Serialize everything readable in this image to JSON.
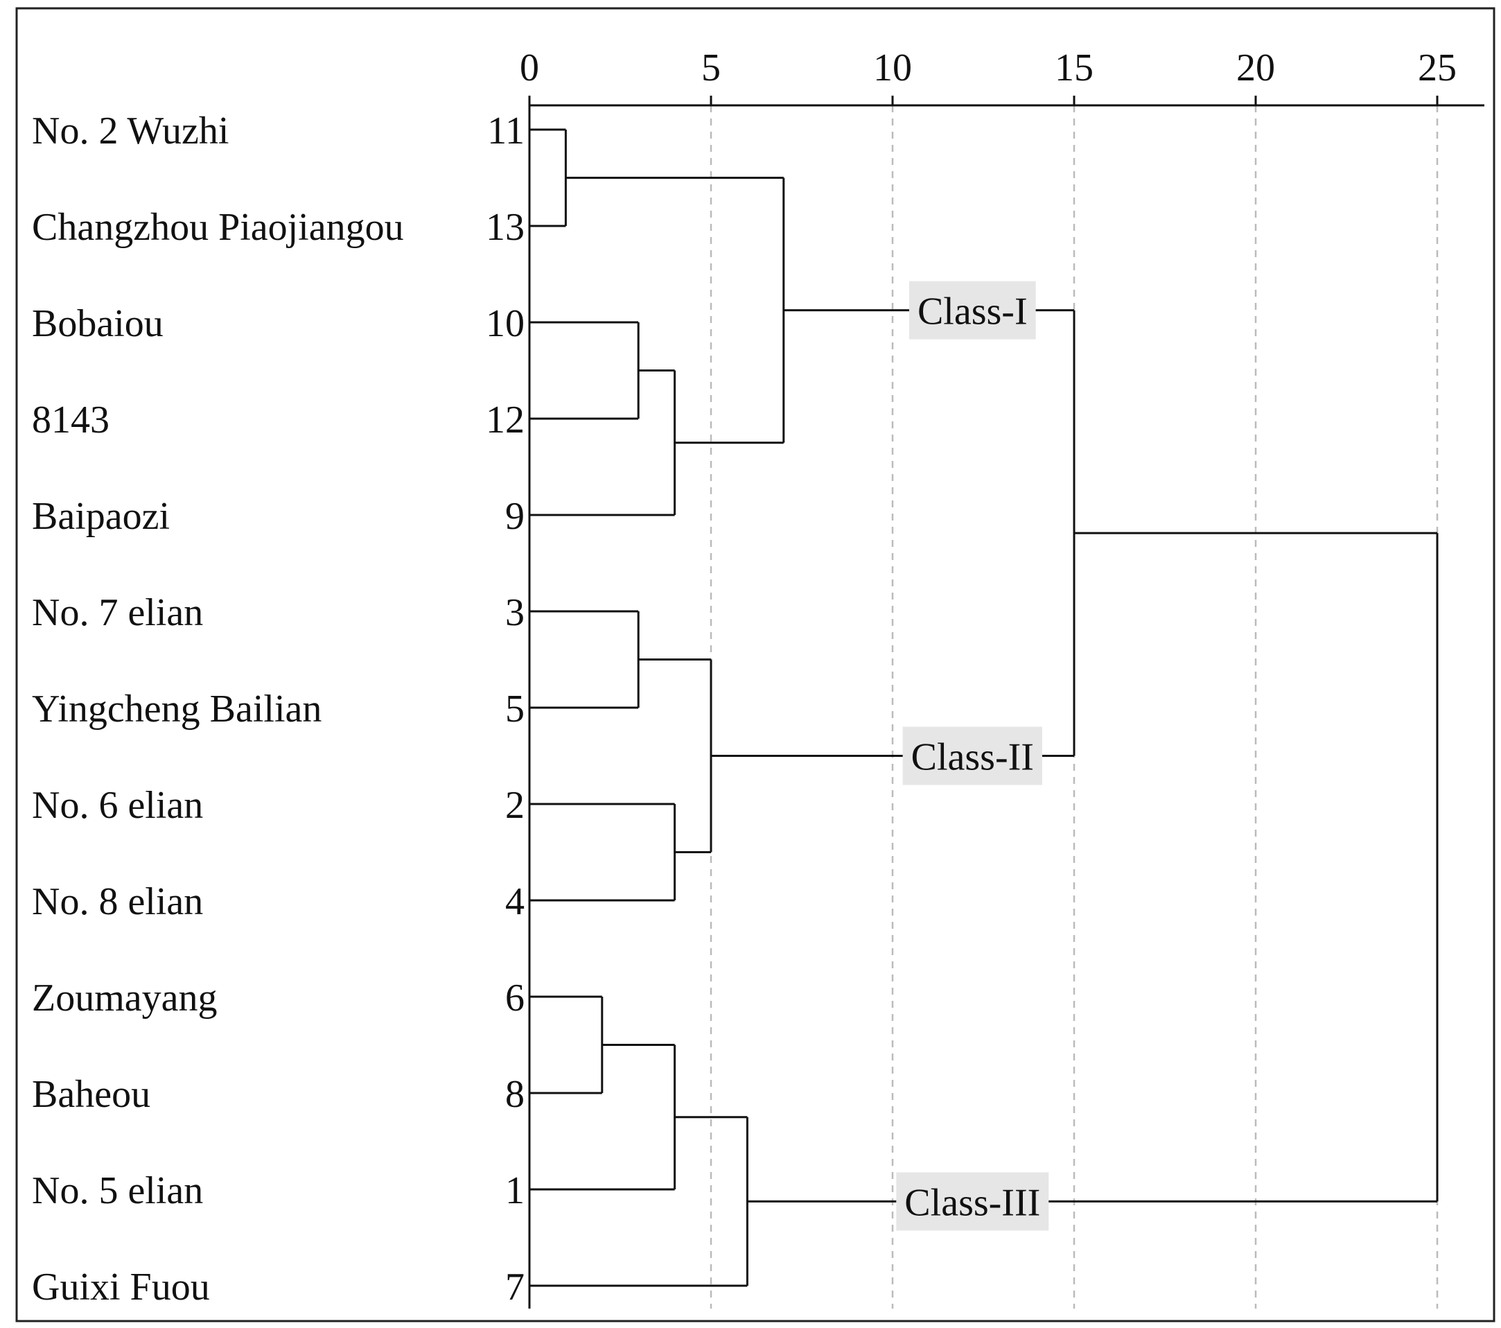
{
  "chart_data": {
    "type": "dendrogram",
    "x_ticks": [
      0,
      5,
      10,
      15,
      20,
      25
    ],
    "x_range": [
      0,
      26.3
    ],
    "grid": "vertical dashed lines at each tick",
    "leaves": [
      {
        "name": "No. 2 Wuzhi",
        "id": "11"
      },
      {
        "name": "Changzhou Piaojiangou",
        "id": "13"
      },
      {
        "name": "Bobaiou",
        "id": "10"
      },
      {
        "name": "8143",
        "id": "12"
      },
      {
        "name": "Baipaozi",
        "id": "9"
      },
      {
        "name": "No. 7 elian",
        "id": "3"
      },
      {
        "name": "Yingcheng Bailian",
        "id": "5"
      },
      {
        "name": "No. 6 elian",
        "id": "2"
      },
      {
        "name": "No. 8 elian",
        "id": "4"
      },
      {
        "name": "Zoumayang",
        "id": "6"
      },
      {
        "name": "Baheou",
        "id": "8"
      },
      {
        "name": "No. 5 elian",
        "id": "1"
      },
      {
        "name": "Guixi Fuou",
        "id": "7"
      }
    ],
    "merges": [
      {
        "id": "a",
        "left": "L0",
        "right": "L1",
        "height": 1
      },
      {
        "id": "b",
        "left": "L2",
        "right": "L3",
        "height": 3
      },
      {
        "id": "c",
        "left": "b",
        "right": "L4",
        "height": 4
      },
      {
        "id": "d",
        "left": "a",
        "right": "c",
        "height": 7
      },
      {
        "id": "e",
        "left": "L5",
        "right": "L6",
        "height": 3
      },
      {
        "id": "f",
        "left": "L7",
        "right": "L8",
        "height": 4
      },
      {
        "id": "g",
        "left": "e",
        "right": "f",
        "height": 5
      },
      {
        "id": "h",
        "left": "L9",
        "right": "L10",
        "height": 2
      },
      {
        "id": "i",
        "left": "h",
        "right": "L11",
        "height": 4
      },
      {
        "id": "j",
        "left": "i",
        "right": "L12",
        "height": 6
      },
      {
        "id": "k",
        "left": "d",
        "right": "g",
        "height": 15
      },
      {
        "id": "m",
        "left": "k",
        "right": "j",
        "height": 25
      }
    ],
    "clusters": [
      {
        "label": "Class-I",
        "node": "d"
      },
      {
        "label": "Class-II",
        "node": "g"
      },
      {
        "label": "Class-III",
        "node": "j"
      }
    ],
    "label_bg_color": "#e6e6e6",
    "line_color": "#111111",
    "grid_color": "#bbbbbb"
  }
}
